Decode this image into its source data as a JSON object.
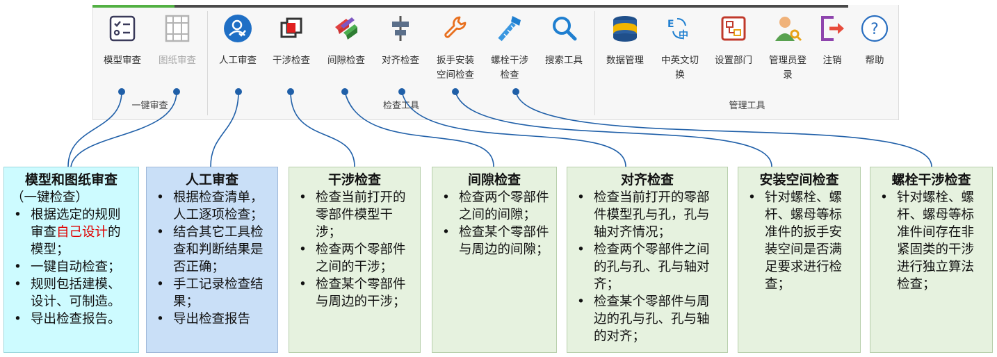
{
  "ribbon": {
    "groups": [
      {
        "label": "一键审查"
      },
      {
        "label": "检查工具"
      },
      {
        "label": "管理工具"
      }
    ],
    "buttons": {
      "model_review": "模型审查",
      "drawing_review": "图纸审查",
      "manual_review": "人工审查",
      "interference": "干涉检查",
      "clearance": "间隙检查",
      "alignment": "对齐检查",
      "wrench_space": "扳手安装\n空间检查",
      "bolt_interference": "螺栓干涉\n检查",
      "search_tool": "搜索工具",
      "data_mgmt": "数据管理",
      "lang_switch": "中英文切\n换",
      "set_dept": "设置部门",
      "admin_login": "管理员登\n录",
      "logout": "注销",
      "help": "帮助"
    }
  },
  "boxes": {
    "model": {
      "title": "模型和图纸审查",
      "subtitle": "（一键检查）",
      "item1_pre": "根据选定的规则审查",
      "item1_red": "自己设计",
      "item1_post": "的模型；",
      "item2": "一键自动检查；",
      "item3": "规则包括建模、设计、可制造。",
      "item4": "导出检查报告。"
    },
    "manual": {
      "title": "人工审查",
      "items": [
        "根据检查清单，人工逐项检查；",
        "结合其它工具检查和判断结果是否正确；",
        "手工记录检查结果；",
        "导出检查报告"
      ]
    },
    "interference": {
      "title": "干涉检查",
      "items": [
        "检查当前打开的零部件模型干涉；",
        "检查两个零部件之间的干涉；",
        "检查某个零部件与周边的干涉；"
      ]
    },
    "clearance": {
      "title": "间隙检查",
      "items": [
        "检查两个零部件之间的间隙；",
        "检查某个零部件与周边的间隙；"
      ]
    },
    "alignment": {
      "title": "对齐检查",
      "items": [
        "检查当前打开的零部件模型孔与孔，孔与轴对齐情况；",
        "检查两个零部件之间的孔与孔、孔与轴对齐；",
        "检查某个零部件与周边的孔与孔、孔与轴的对齐；"
      ]
    },
    "install_space": {
      "title": "安装空间检查",
      "items": [
        "针对螺栓、螺杆、螺母等标准件的扳手安装空间是否满足要求进行检查；"
      ]
    },
    "bolt": {
      "title": "螺栓干涉检查",
      "items": [
        "针对螺栓、螺杆、螺母等标准件间存在非紧固类的干涉进行独立算法检查；"
      ]
    }
  },
  "colors": {
    "connector": "#1f5fa8",
    "model_box": "#cdfbff",
    "manual_box": "#c9dff7",
    "other_box": "#e6f2df",
    "highlight_text": "#e00000"
  }
}
